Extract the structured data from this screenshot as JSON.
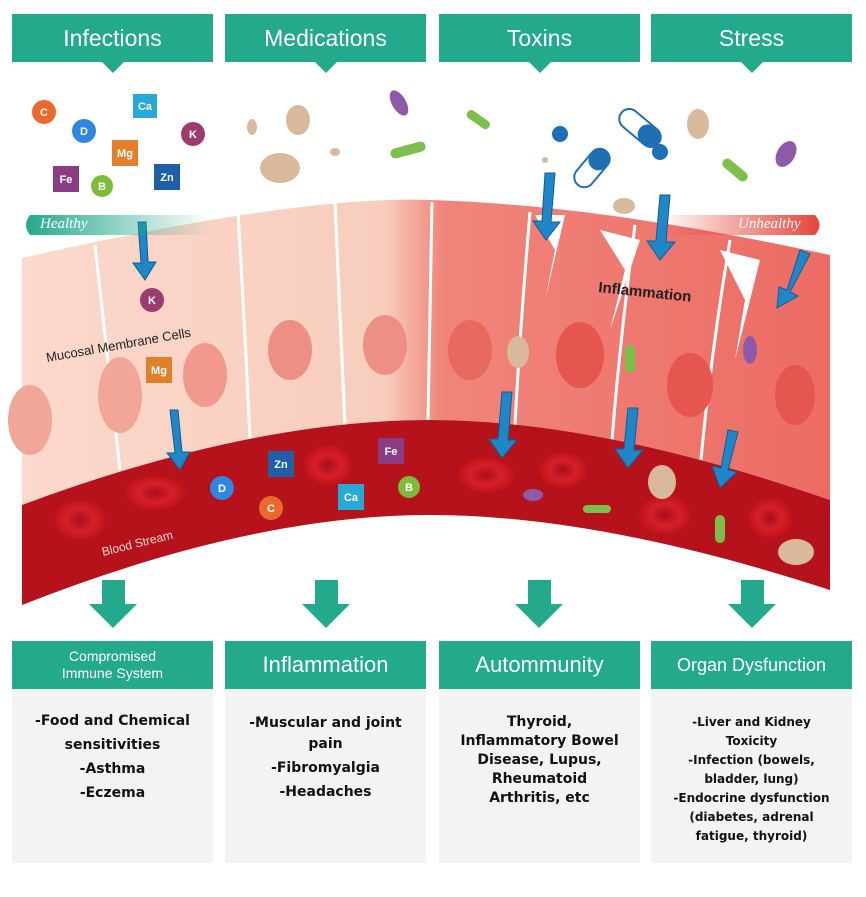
{
  "header": {
    "infections": "Infections",
    "medications": "Medications",
    "toxins": "Toxins",
    "stress": "Stress"
  },
  "scale": {
    "healthy": "Healthy",
    "unhealthy": "Unhealthy"
  },
  "labels": {
    "mucosal": "Mucosal Membrane Cells",
    "inflammation": "Inflammation",
    "blood_stream": "Blood Stream"
  },
  "nutrients": {
    "c": "C",
    "d": "D",
    "ca": "Ca",
    "k": "K",
    "mg": "Mg",
    "fe": "Fe",
    "b": "B",
    "zn": "Zn"
  },
  "outcomes": [
    {
      "title": "Compromised Immune System",
      "lines": [
        "-Food and Chemical",
        "sensitivities",
        "-Asthma",
        "-Eczema"
      ]
    },
    {
      "title": "Inflammation",
      "lines": [
        "-Muscular and joint",
        "pain",
        "-Fibromyalgia",
        "-Headaches"
      ]
    },
    {
      "title": "Autommunity",
      "lines": [
        "Thyroid,",
        "Inflammatory Bowel",
        "Disease, Lupus,",
        "Rheumatoid",
        "Arthritis, etc"
      ]
    },
    {
      "title": "Organ Dysfunction",
      "lines": [
        "-Liver and Kidney",
        "Toxicity",
        "-Infection (bowels,",
        "bladder, lung)",
        "-Endocrine dysfunction",
        "(diabetes, adrenal",
        "fatigue, thyroid)"
      ]
    }
  ],
  "colors": {
    "teal": "#23a98b",
    "blood": "#b5121b",
    "healthy_cell": "#f9d3c4",
    "unhealthy_cell": "#ef7d73",
    "arrow_blue": "#1f86c8"
  }
}
